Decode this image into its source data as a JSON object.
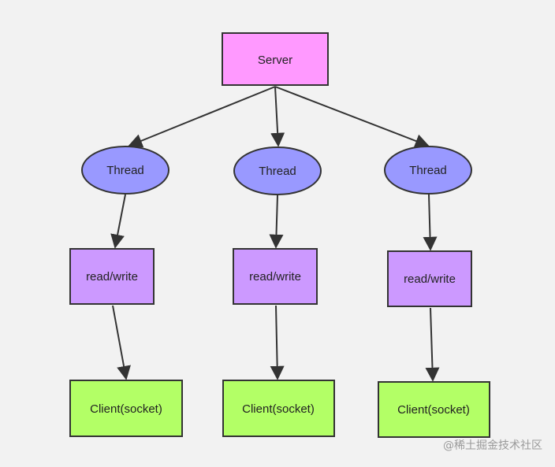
{
  "diagram": {
    "server": {
      "label": "Server",
      "color": "#ff99ff"
    },
    "threads": [
      {
        "label": "Thread"
      },
      {
        "label": "Thread"
      },
      {
        "label": "Thread"
      }
    ],
    "io": [
      {
        "label": "read/write"
      },
      {
        "label": "read/write"
      },
      {
        "label": "read/write"
      }
    ],
    "clients": [
      {
        "label": "Client(socket)"
      },
      {
        "label": "Client(socket)"
      },
      {
        "label": "Client(socket)"
      }
    ],
    "colors": {
      "thread": "#9999ff",
      "io": "#cc99ff",
      "client": "#b3ff66",
      "stroke": "#333333"
    }
  },
  "watermark": "@稀土掘金技术社区"
}
